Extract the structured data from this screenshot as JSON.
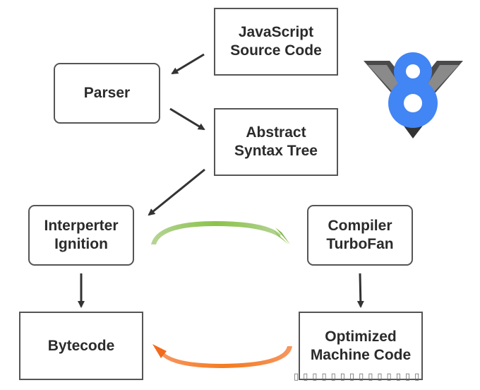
{
  "nodes": {
    "js_source": "JavaScript\nSource Code",
    "parser": "Parser",
    "ast": "Abstract\nSyntax Tree",
    "interpreter": "Interperter\nIgnition",
    "compiler": "Compiler\nTurboFan",
    "bytecode": "Bytecode",
    "optimized": "Optimized\nMachine Code"
  },
  "logo": {
    "name": "v8-logo-icon",
    "colors": {
      "blue": "#4285f4",
      "dark": "#333333",
      "gray": "#8a8a8a"
    }
  },
  "arrows": {
    "optimize_color": "#7cb342",
    "deoptimize_color": "#f26b1d",
    "flow_color": "#333333"
  },
  "watermark": "▯▯▯▯▯▯▯▯▯▯▯▯▯▯"
}
